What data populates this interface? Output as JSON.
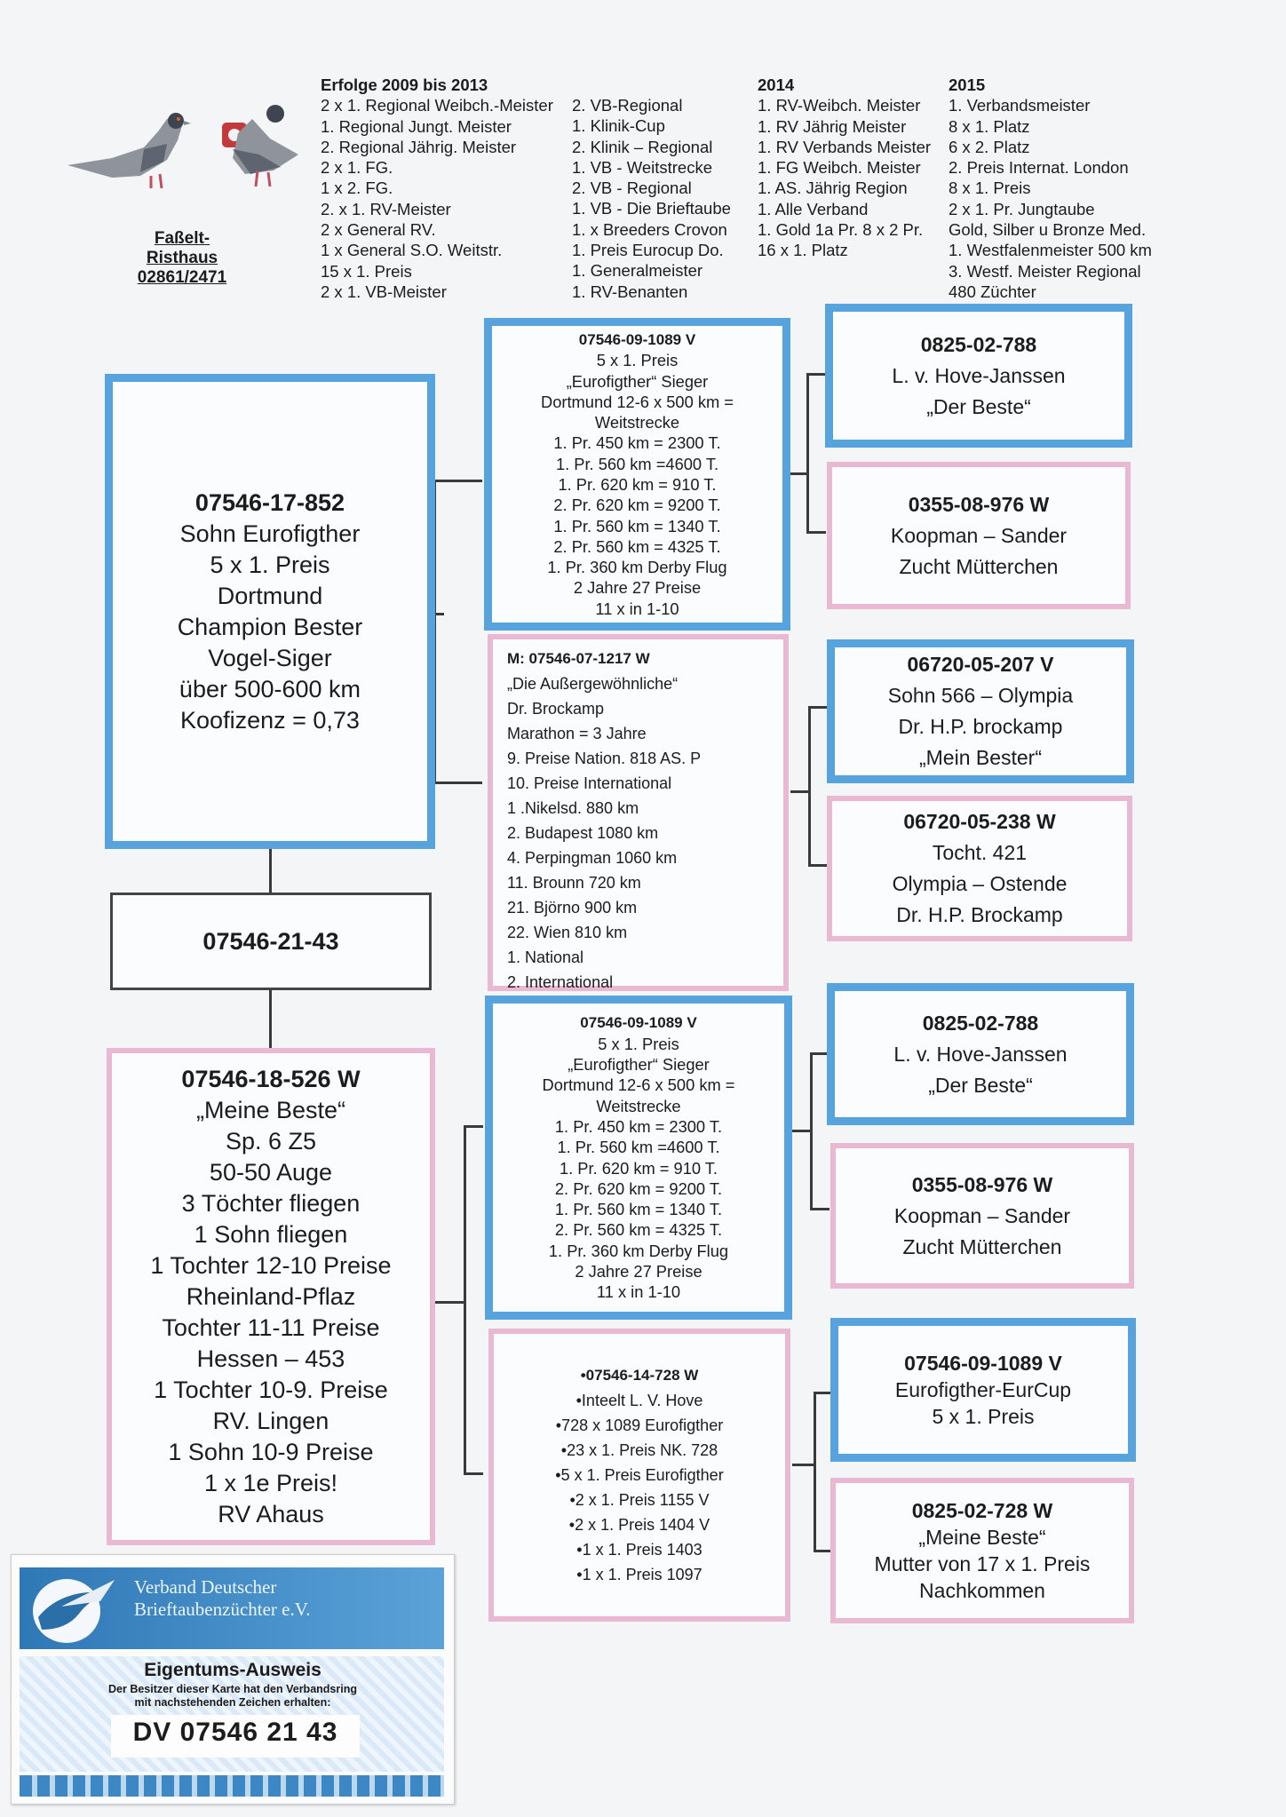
{
  "owner": {
    "line1": "Faßelt-",
    "line2": "Risthaus",
    "phone": "02861/2471"
  },
  "successes": {
    "col1": {
      "title": "Erfolge 2009 bis 2013",
      "items": [
        "2 x 1. Regional Weibch.-Meister",
        "1. Regional Jungt. Meister",
        "2. Regional Jährig. Meister",
        "2 x 1. FG.",
        "1 x 2. FG.",
        "2. x 1. RV-Meister",
        "2 x General RV.",
        "1 x General S.O. Weitstr.",
        "15 x 1. Preis",
        "2 x 1. VB-Meister"
      ]
    },
    "col2": {
      "items": [
        "2. VB-Regional",
        "1. Klinik-Cup",
        "2. Klinik – Regional",
        "1. VB - Weitstrecke",
        "2. VB - Regional",
        "1. VB - Die Brieftaube",
        "1. x  Breeders Crovon",
        "1. Preis Eurocup Do.",
        "1. Generalmeister",
        "1. RV-Benanten"
      ]
    },
    "col3": {
      "title": "2014",
      "items": [
        "1. RV-Weibch. Meister",
        "1. RV Jährig Meister",
        "1. RV Verbands Meister",
        "1. FG Weibch. Meister",
        "1. AS. Jährig Region",
        "1. Alle Verband",
        "1. Gold 1a Pr. 8 x 2 Pr.",
        "16 x 1. Platz"
      ]
    },
    "col4": {
      "title": "2015",
      "items": [
        "1. Verbandsmeister",
        "8 x 1. Platz",
        "6 x 2. Platz",
        "2. Preis Internat. London",
        "8 x 1. Preis",
        "2 x 1. Pr. Jungtaube",
        "Gold, Silber u Bronze Med.",
        "1. Westfalenmeister 500 km",
        "3. Westf. Meister Regional",
        "480 Züchter"
      ]
    }
  },
  "subject": {
    "ring": "07546-21-43"
  },
  "father": {
    "ring": "07546-17-852",
    "lines": [
      "Sohn Eurofigther",
      "5 x 1. Preis",
      "Dortmund",
      "Champion Bester",
      "Vogel-Siger",
      "über 500-600 km",
      "Koofizenz = 0,73"
    ]
  },
  "mother": {
    "ring": "07546-18-526 W",
    "lines": [
      "„Meine Beste“",
      "Sp. 6 Z5",
      "50-50 Auge",
      "3 Töchter fliegen",
      "1 Sohn fliegen",
      "1 Tochter 12-10 Preise",
      "Rheinland-Pflaz",
      "Tochter 11-11 Preise",
      "Hessen – 453",
      "1 Tochter 10-9. Preise",
      "RV. Lingen",
      "1 Sohn 10-9 Preise",
      "1 x 1e Preis!",
      "RV Ahaus"
    ]
  },
  "ff": {
    "ring": "07546-09-1089 V",
    "lines": [
      "5 x 1. Preis",
      "„Eurofigther“ Sieger",
      "Dortmund 12-6 x 500 km =",
      "Weitstrecke",
      "1. Pr. 450 km = 2300 T.",
      "1. Pr. 560 km =4600 T.",
      "1. Pr. 620 km = 910 T.",
      "2. Pr. 620 km = 9200 T.",
      "1.      Pr. 560 km = 1340 T.",
      "2. Pr. 560 km = 4325 T.",
      "1. Pr. 360 km Derby Flug",
      "2 Jahre 27 Preise",
      "11 x in 1-10"
    ]
  },
  "fm": {
    "ring": "M: 07546-07-1217 W",
    "lines": [
      "„Die Außergewöhnliche“",
      "Dr. Brockamp",
      "Marathon = 3 Jahre",
      "9. Preise Nation. 818 AS. P",
      "10. Preise International",
      "1 .Nikelsd. 880 km",
      "2. Budapest 1080 km",
      "4. Perpingman 1060 km",
      "11. Brounn 720 km",
      "21. Björno 900 km",
      "22. Wien 810 km",
      "1. National",
      "2. International"
    ]
  },
  "mf": {
    "ring": "07546-09-1089 V",
    "lines": [
      "5 x 1. Preis",
      "„Eurofigther“ Sieger",
      "Dortmund 12-6 x 500 km =",
      "Weitstrecke",
      "1. Pr. 450 km = 2300 T.",
      "1. Pr. 560 km =4600 T.",
      "1. Pr. 620 km = 910 T.",
      "2. Pr. 620 km = 9200 T.",
      "1.      Pr. 560 km = 1340 T.",
      "2. Pr. 560 km = 4325 T.",
      "1. Pr. 360 km Derby Flug",
      "2 Jahre 27 Preise",
      "11 x in 1-10"
    ]
  },
  "mm": {
    "ring": "•07546-14-728 W",
    "lines": [
      "•Inteelt L. V. Hove",
      "•728 x 1089 Eurofigther",
      "•23 x 1. Preis NK. 728",
      "•5 x 1. Preis Eurofigther",
      "•2 x 1. Preis 1155 V",
      "•2 x 1. Preis 1404 V",
      "•1 x 1. Preis 1403",
      "•1 x 1. Preis 1097"
    ]
  },
  "g1": {
    "ring": "0825-02-788",
    "lines": [
      "L. v. Hove-Janssen",
      "„Der Beste“"
    ]
  },
  "g2": {
    "ring": "0355-08-976 W",
    "lines": [
      "Koopman – Sander",
      "Zucht Mütterchen"
    ]
  },
  "g3": {
    "ring": "06720-05-207 V",
    "lines": [
      "Sohn 566 – Olympia",
      "Dr. H.P. brockamp",
      "„Mein Bester“"
    ]
  },
  "g4": {
    "ring": "06720-05-238 W",
    "lines": [
      "Tocht. 421",
      "Olympia – Ostende",
      "Dr. H.P. Brockamp"
    ]
  },
  "g5": {
    "ring": "0825-02-788",
    "lines": [
      "L. v. Hove-Janssen",
      "„Der Beste“"
    ]
  },
  "g6": {
    "ring": "0355-08-976 W",
    "lines": [
      "Koopman – Sander",
      "Zucht Mütterchen"
    ]
  },
  "g7": {
    "ring": "07546-09-1089 V",
    "lines": [
      "Eurofigther-EurCup",
      "5 x 1. Preis"
    ]
  },
  "g8": {
    "ring": "0825-02-728 W",
    "lines": [
      "„Meine Beste“",
      "Mutter von 17 x 1. Preis",
      "Nachkommen"
    ]
  },
  "card": {
    "org_line1": "Verband Deutscher",
    "org_line2": "Brieftaubenzüchter e.V.",
    "title": "Eigentums-Ausweis",
    "text_line1": "Der Besitzer dieser Karte hat den Verbandsring",
    "text_line2": "mit nachstehenden Zeichen erhalten:",
    "ring": "DV 07546 21 43"
  },
  "colors": {
    "male": "#56a3dd",
    "female": "#e9b8d2",
    "card_blue": "#3d87c4"
  }
}
